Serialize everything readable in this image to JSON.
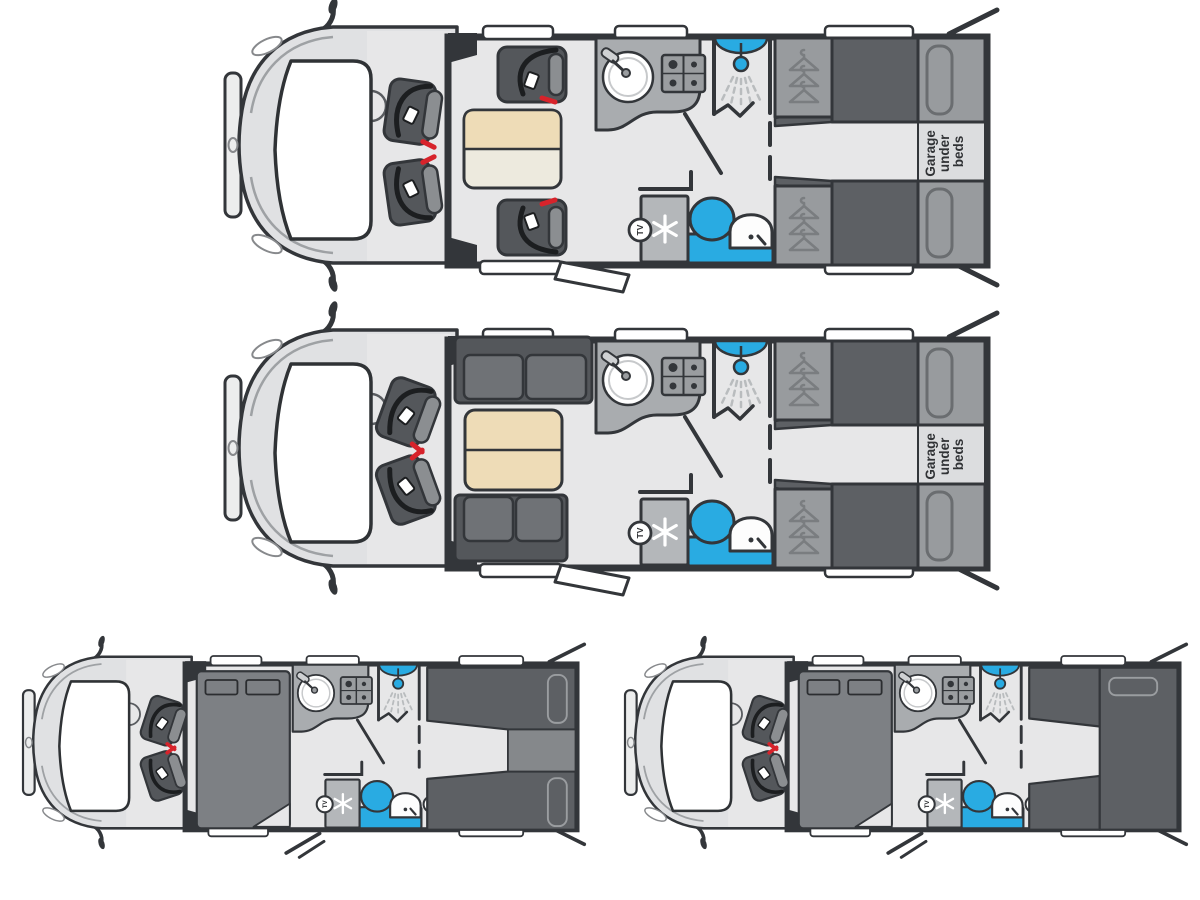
{
  "page": {
    "background": "#ffffff"
  },
  "labels": {
    "tv": "TV",
    "garage": [
      "Garage",
      "under",
      "beds"
    ]
  },
  "colors": {
    "outline": "#33363a",
    "floor": "#e7e7e8",
    "cab": "#e0e1e3",
    "cab_light": "#eceded",
    "counter": "#a9acaf",
    "hob": "#9a9da0",
    "unit_mid": "#989b9e",
    "strip": "#dcdddf",
    "appliance": "#b4b7ba",
    "seat_dark": "#54575b",
    "cushion": "#6f7276",
    "headrest": "#8b8e91",
    "bed_dark": "#5d6064",
    "bed_front": "#7d8084",
    "bed_block": "#85888b",
    "pillow_line": "#9a9da0",
    "accent_blue": "#29abe2",
    "belt_black": "#1c1e20",
    "seatbelt_red": "#d7232b",
    "table_beige": "#eedcb7",
    "table_cream": "#edeade",
    "hanger": "#7a7d80",
    "white": "#ffffff",
    "text_dark": "#303235"
  },
  "floorplans": [
    {
      "id": "plan-1",
      "position": "top",
      "features": [
        "cab-icon",
        "wing-mirror-icon",
        "swivel-seat-icon",
        "belted-travel-seat-icon",
        "pedestal-table-icon",
        "sink-icon",
        "hob-icon",
        "shower-icon",
        "wardrobe-hangers-icon",
        "fridge-snowflake-icon",
        "toilet-icon",
        "washbasin-icon",
        "tv-badge-icon",
        "twin-single-beds-icon",
        "garage-under-beds-label",
        "entry-step-icon",
        "corner-steady-icon"
      ]
    },
    {
      "id": "plan-2",
      "position": "upper-middle",
      "features": [
        "cab-icon",
        "wing-mirror-icon",
        "swivel-seat-icon",
        "sofa-icon",
        "pedestal-table-icon",
        "sink-icon",
        "hob-icon",
        "shower-icon",
        "wardrobe-hangers-icon",
        "fridge-snowflake-icon",
        "toilet-icon",
        "washbasin-icon",
        "tv-badge-icon",
        "twin-single-beds-icon",
        "garage-under-beds-label",
        "entry-step-icon",
        "corner-steady-icon"
      ]
    },
    {
      "id": "plan-3",
      "position": "bottom-left",
      "features": [
        "cab-icon",
        "wing-mirror-icon",
        "swivel-seat-icon",
        "front-double-bed-icon",
        "sink-icon",
        "hob-icon",
        "shower-icon",
        "fridge-snowflake-icon",
        "toilet-icon",
        "washbasin-icon",
        "tv-badge-icon",
        "twin-single-beds-icon",
        "corner-steady-icon"
      ]
    },
    {
      "id": "plan-4",
      "position": "bottom-right",
      "features": [
        "cab-icon",
        "wing-mirror-icon",
        "swivel-seat-icon",
        "front-double-bed-icon",
        "sink-icon",
        "hob-icon",
        "shower-icon",
        "fridge-snowflake-icon",
        "toilet-icon",
        "washbasin-icon",
        "tv-badge-icon",
        "rear-king-bed-icon",
        "corner-steady-icon"
      ]
    }
  ]
}
